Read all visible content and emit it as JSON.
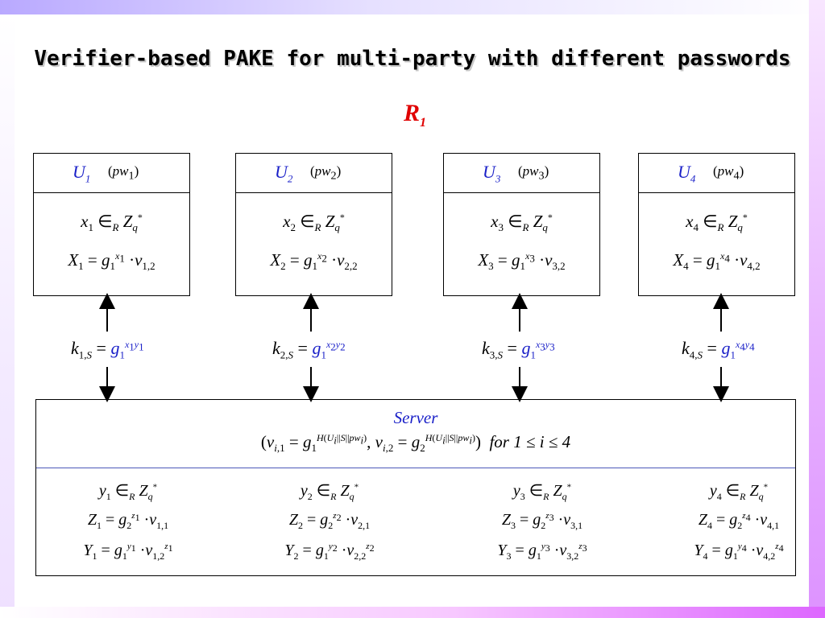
{
  "title": "Verifier-based PAKE for multi-party with different passwords",
  "round_label": "R",
  "round_index": "1",
  "users": [
    {
      "u": "U",
      "i": "1",
      "pw": "pw",
      "pwi": "1",
      "x_exp": "1",
      "X_v": "1,2"
    },
    {
      "u": "U",
      "i": "2",
      "pw": "pw",
      "pwi": "2",
      "x_exp": "2",
      "X_v": "2,2"
    },
    {
      "u": "U",
      "i": "3",
      "pw": "pw",
      "pwi": "3",
      "x_exp": "3",
      "X_v": "3,2"
    },
    {
      "u": "U",
      "i": "4",
      "pw": "pw",
      "pwi": "4",
      "x_exp": "4",
      "X_v": "4,2"
    }
  ],
  "keys": [
    {
      "k": "k",
      "sub": "1,S",
      "g": "g",
      "gsub": "1",
      "sup_x": "x",
      "sup_xi": "1",
      "sup_y": "y",
      "sup_yi": "1"
    },
    {
      "k": "k",
      "sub": "2,S",
      "g": "g",
      "gsub": "1",
      "sup_x": "x",
      "sup_xi": "2",
      "sup_y": "y",
      "sup_yi": "2"
    },
    {
      "k": "k",
      "sub": "3,S",
      "g": "g",
      "gsub": "1",
      "sup_x": "x",
      "sup_xi": "3",
      "sup_y": "y",
      "sup_yi": "3"
    },
    {
      "k": "k",
      "sub": "4,S",
      "g": "g",
      "gsub": "1",
      "sup_x": "x",
      "sup_xi": "4",
      "sup_y": "y",
      "sup_yi": "4"
    }
  ],
  "server": {
    "title": "Server",
    "cond": "for 1 ≤ i ≤ 4",
    "columns": [
      {
        "i": "1",
        "zv": "1,1",
        "yv": "1,2"
      },
      {
        "i": "2",
        "zv": "2,1",
        "yv": "2,2"
      },
      {
        "i": "3",
        "zv": "3,1",
        "yv": "3,2"
      },
      {
        "i": "4",
        "zv": "4,1",
        "yv": "4,2"
      }
    ]
  }
}
